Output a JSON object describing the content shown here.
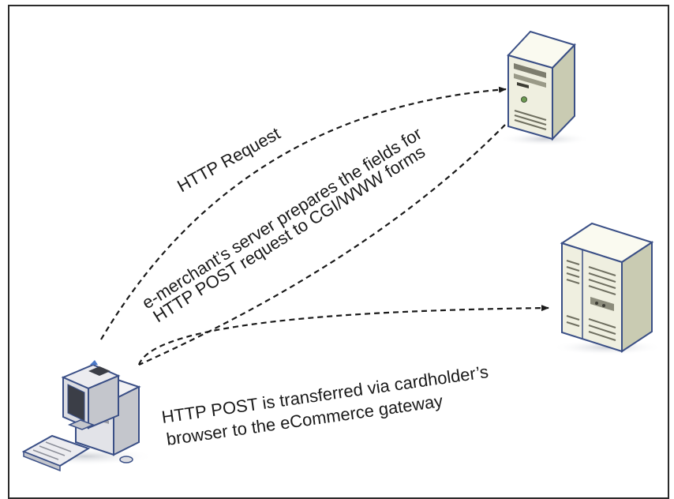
{
  "labels": {
    "http_request": "HTTP Request",
    "merchant_line1": "e-merchant’s server prepares the fields for",
    "merchant_line2": "HTTP POST request to CGI/WWW forms",
    "post_line1": "HTTP POST is transferred via cardholder’s",
    "post_line2": "browser to the eCommerce gateway"
  },
  "nodes": {
    "client": "cardholder-computer",
    "merchant": "merchant-server",
    "gateway": "ecommerce-gateway-server"
  },
  "colors": {
    "frame": "#2b2b2b",
    "arrow": "#1a1a1a",
    "server_body": "#efefe0",
    "server_side": "#c9cbb2",
    "outline": "#3a4f86"
  }
}
